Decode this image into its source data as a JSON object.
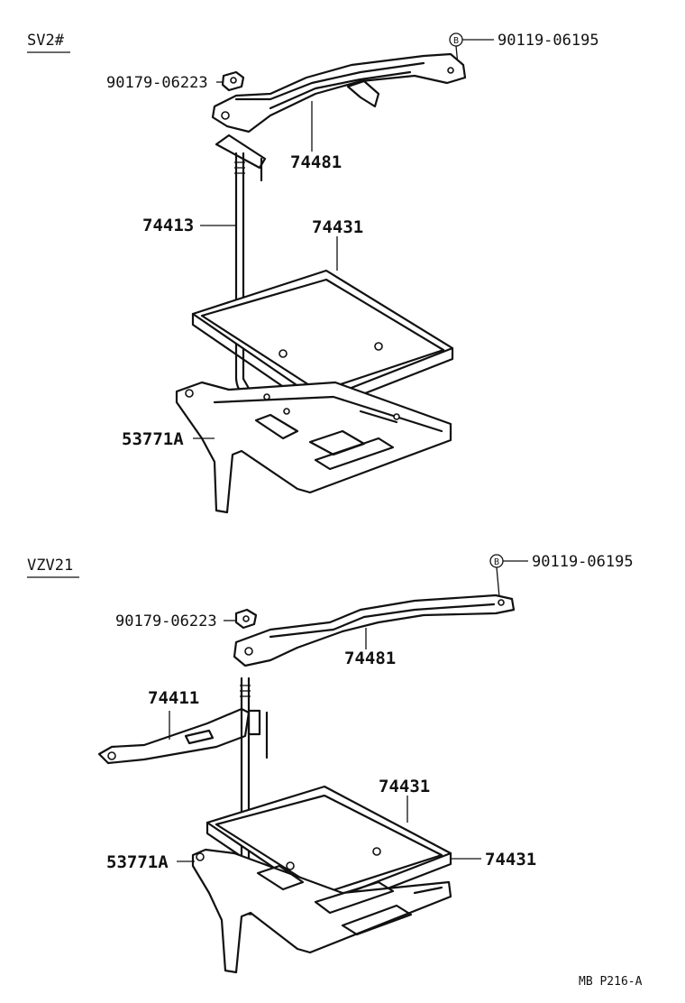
{
  "variants": [
    {
      "name": "SV2#",
      "callouts": {
        "bolt_top": "90119-06195",
        "nut": "90179-06223",
        "clamp": "74481",
        "rod": "74413",
        "tray": "74431",
        "carrier": "53771A"
      }
    },
    {
      "name": "VZV21",
      "callouts": {
        "bolt_top": "90119-06195",
        "nut": "90179-06223",
        "clamp": "74481",
        "bracket": "74411",
        "tray": "74431",
        "tray_side": "74431",
        "carrier": "53771A"
      }
    }
  ],
  "bolt_marker": "B",
  "footer": "MB  P216-A"
}
